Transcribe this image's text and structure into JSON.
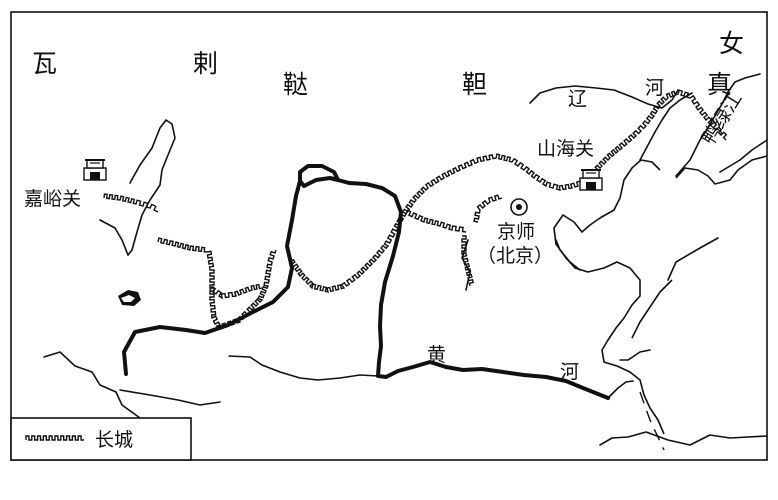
{
  "map": {
    "regions": {
      "wala": "瓦",
      "la": "剌",
      "da": "鞑",
      "dan": "靼",
      "nv": "女",
      "zhen": "真"
    },
    "rivers": {
      "liao_1": "辽",
      "liao_2": "河",
      "yalu": "鸭绿江",
      "huang_1": "黄",
      "huang_2": "河"
    },
    "places": {
      "jiayuguan": "嘉峪关",
      "shanhaiguan": "山海关",
      "jingshi": "京师",
      "beijing": "（北京）"
    },
    "symbols": {
      "capital": "capital-circle-icon",
      "pass": "fortress-gate-icon"
    }
  },
  "legend": {
    "great_wall": "长城"
  }
}
